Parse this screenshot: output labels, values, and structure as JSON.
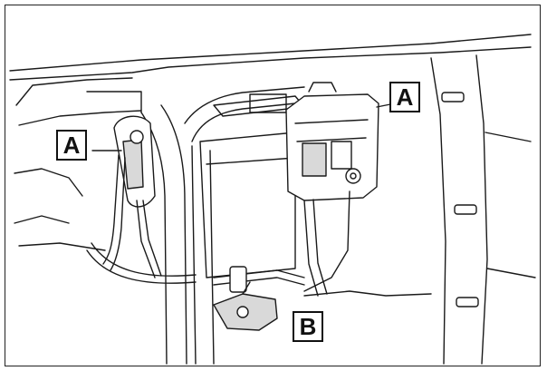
{
  "callouts": {
    "a_left": "A",
    "a_right": "A",
    "b": "B"
  },
  "colors": {
    "line": "#1a1a1a",
    "fill": "#ffffff",
    "shade": "#d9d9d9"
  }
}
